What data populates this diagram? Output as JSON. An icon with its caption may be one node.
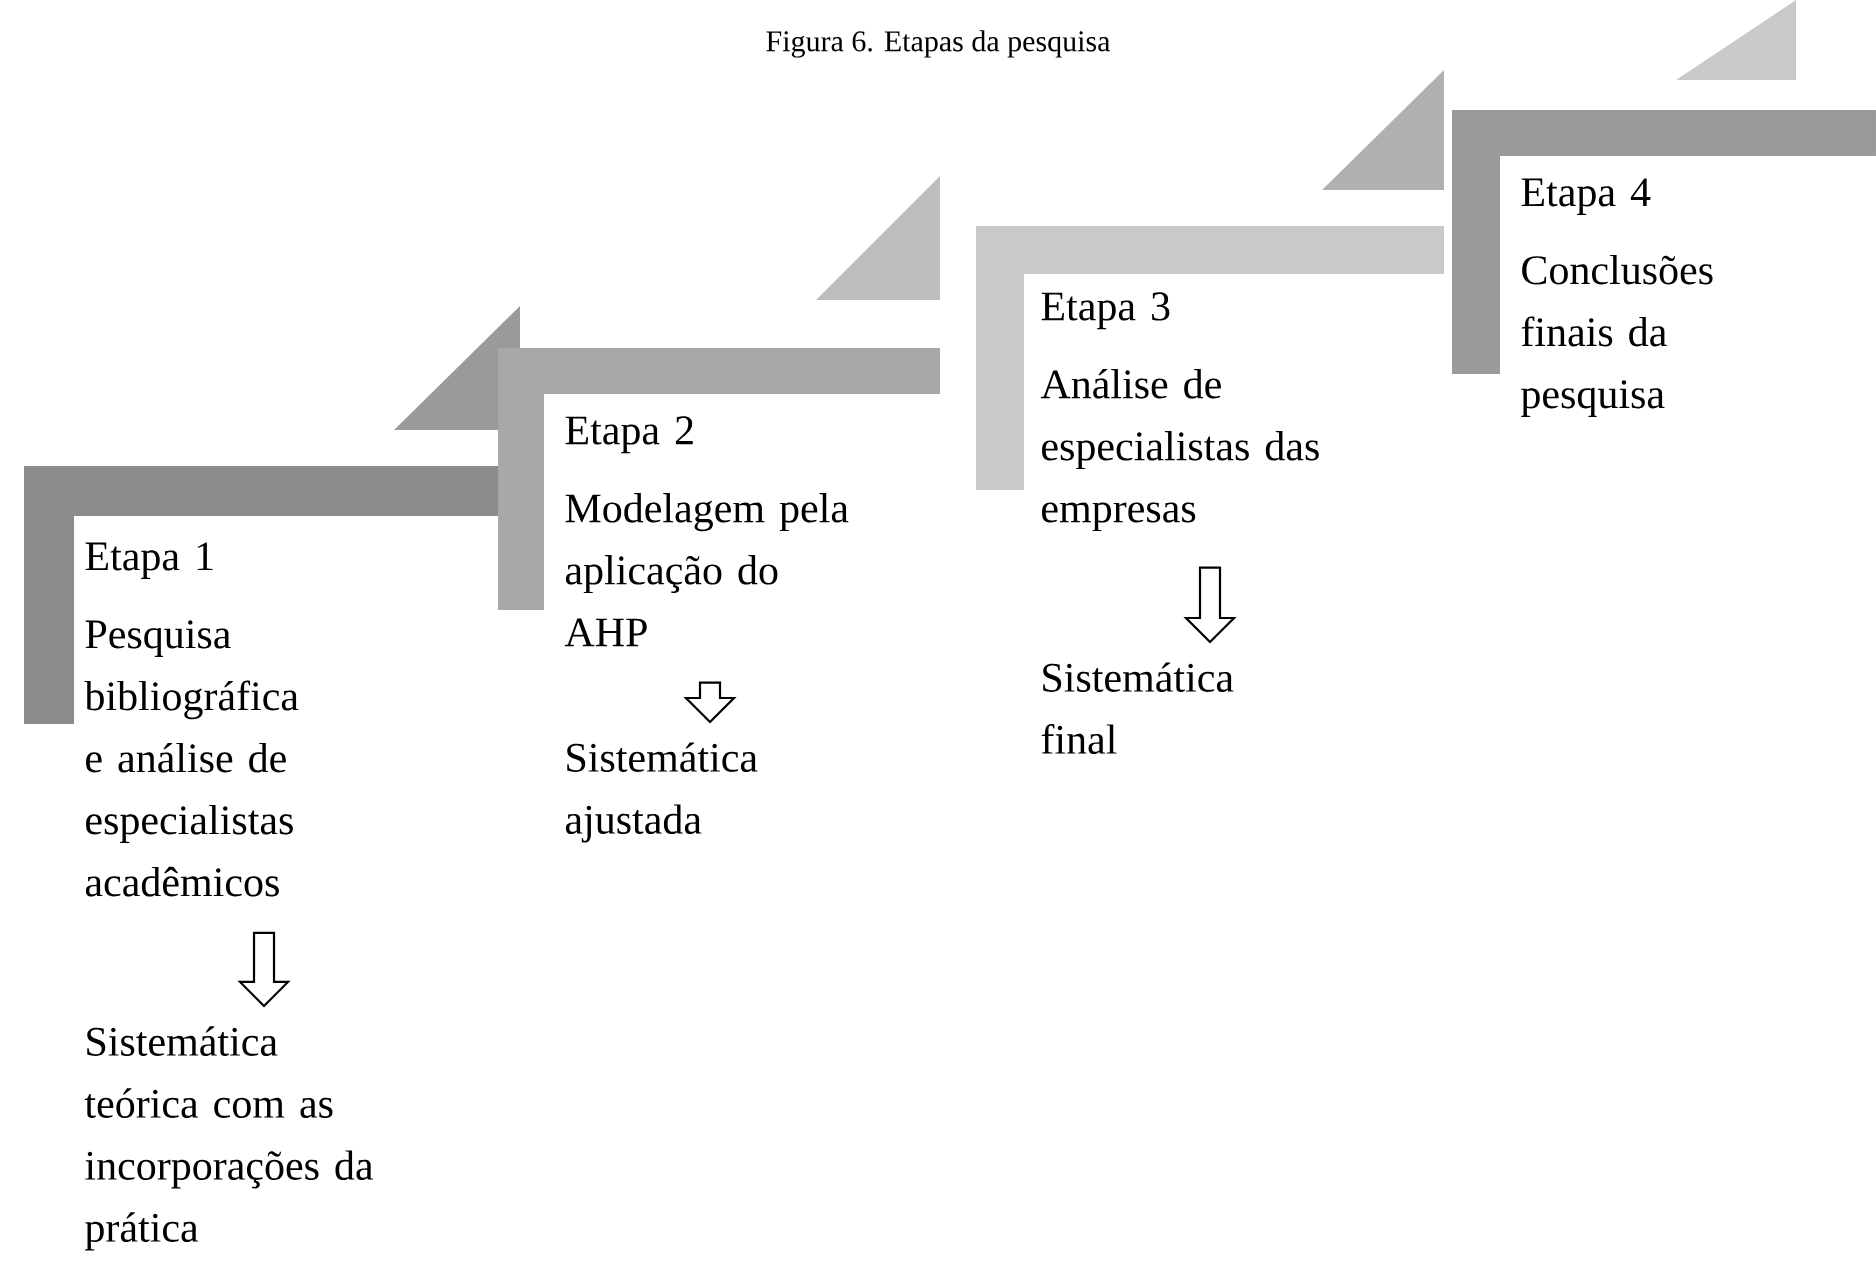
{
  "diagram": {
    "title": "Figura 6. Etapas da pesquisa",
    "nodes": [
      {
        "text": [
          "Etapa 1",
          "Pesquisa bibliográfica e análise de especialistas acadêmicos"
        ]
      },
      {
        "text": [
          "Sistemática teórica com as incorporações da prática"
        ]
      },
      {
        "text": [
          "Etapa 2",
          "Modelagem pela aplicação do AHP"
        ]
      },
      {
        "text": [
          "Sistemática ajustada"
        ]
      },
      {
        "text": [
          "Etapa 3",
          "Análise de especialistas das empresas"
        ]
      },
      {
        "text": [
          "Sistemática final"
        ]
      },
      {
        "text": [
          "Etapa 4",
          "Conclusões finais da pesquisa"
        ]
      }
    ],
    "edges": [
      {
        "from": 0,
        "to": 1,
        "arrow": "to"
      },
      {
        "from": 2,
        "to": 3,
        "arrow": "to"
      },
      {
        "from": 4,
        "to": 5,
        "arrow": "to"
      }
    ]
  }
}
